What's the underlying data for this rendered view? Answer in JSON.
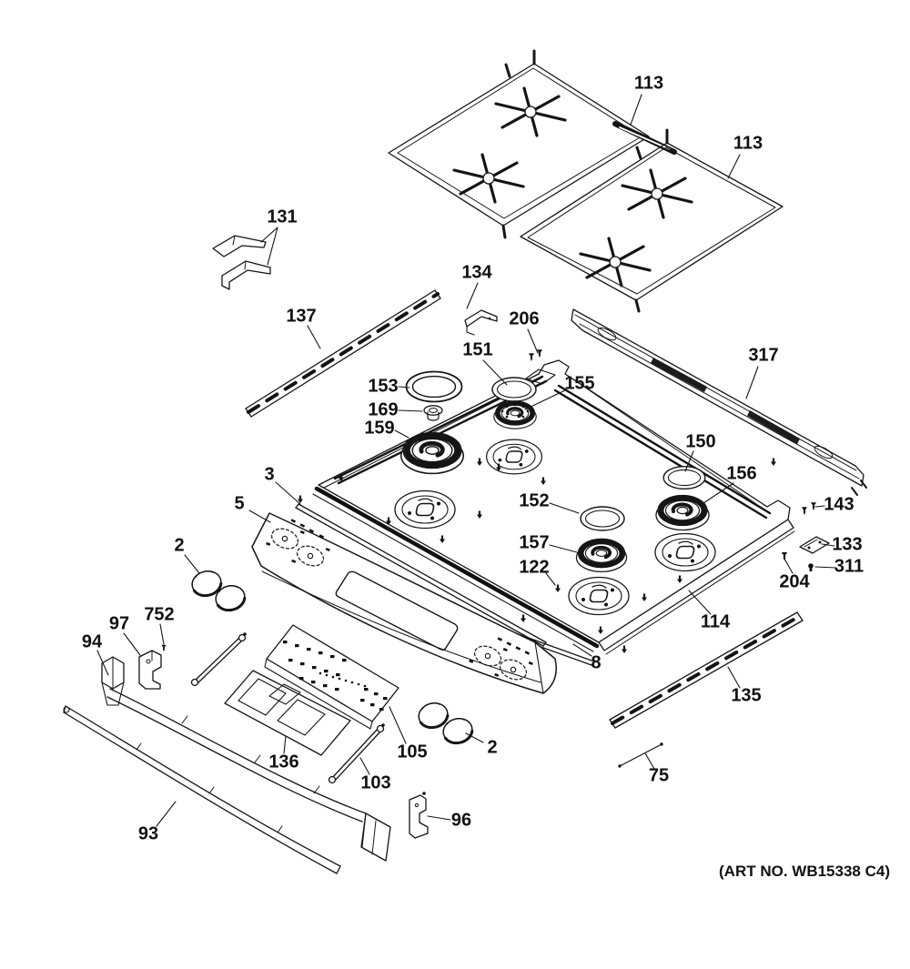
{
  "document": {
    "art_no": "(ART NO. WB15338 C4)"
  },
  "callouts": {
    "113a": "113",
    "113b": "113",
    "131": "131",
    "137": "137",
    "134": "134",
    "206": "206",
    "317": "317",
    "151": "151",
    "153": "153",
    "169": "169",
    "159": "159",
    "155": "155",
    "150": "150",
    "156": "156",
    "152": "152",
    "157": "157",
    "122": "122",
    "143": "143",
    "133": "133",
    "311": "311",
    "204": "204",
    "114": "114",
    "8": "8",
    "135": "135",
    "75": "75",
    "3": "3",
    "5": "5",
    "2a": "2",
    "2b": "2",
    "94": "94",
    "97": "97",
    "752": "752",
    "136": "136",
    "105": "105",
    "103": "103",
    "93": "93",
    "96": "96"
  }
}
